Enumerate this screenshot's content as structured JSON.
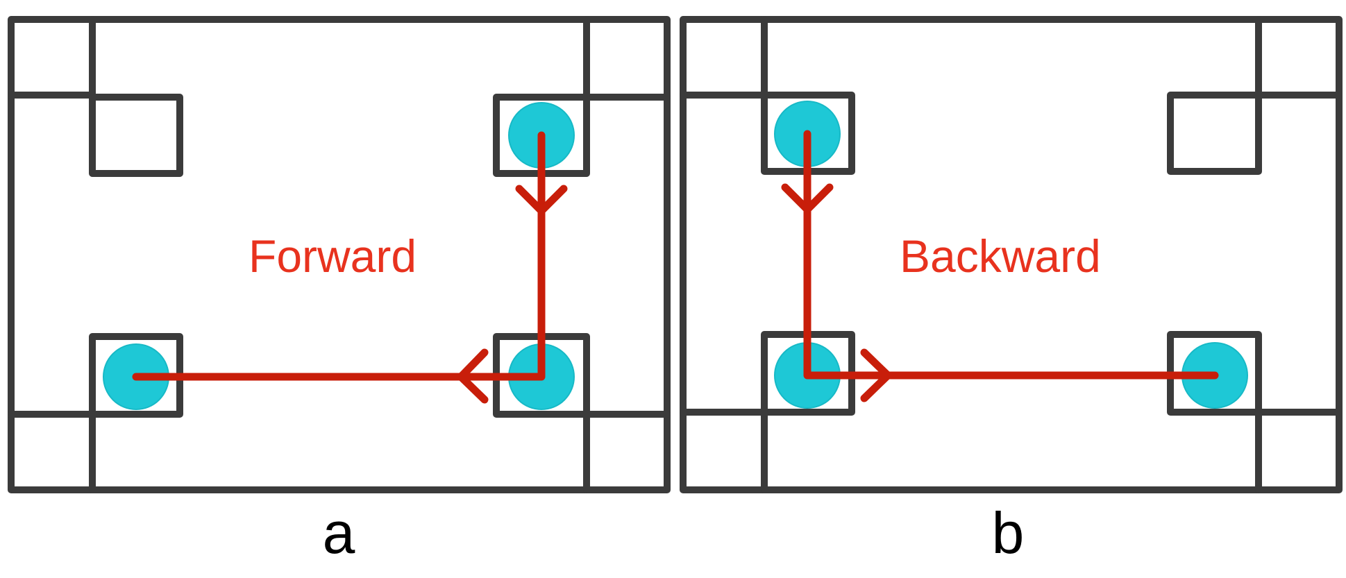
{
  "panels": [
    {
      "id": "a",
      "direction_label": "Forward",
      "caption": "a"
    },
    {
      "id": "b",
      "direction_label": "Backward",
      "caption": "b"
    }
  ],
  "colors": {
    "frame": "#3b3b3b",
    "node": "#1ec8d6",
    "path": "#c81e0a",
    "direction_label": "#e8321e",
    "caption": "#000000"
  }
}
